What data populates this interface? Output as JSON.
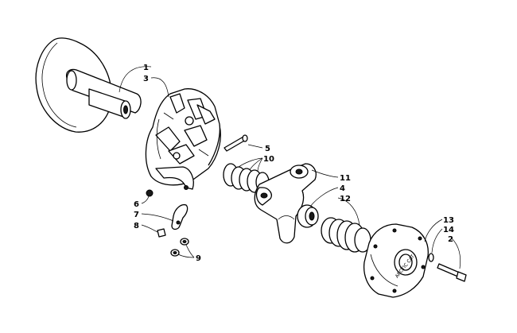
{
  "callouts": {
    "c1": "1",
    "c2": "2",
    "c3": "3",
    "c4": "4",
    "c5": "5",
    "c6": "6",
    "c7": "7",
    "c8": "8",
    "c9": "9",
    "c10": "10",
    "c11": "11",
    "c12": "12",
    "c13": "13",
    "c14": "14"
  },
  "cover_engraving": "ARCTIC CAT"
}
